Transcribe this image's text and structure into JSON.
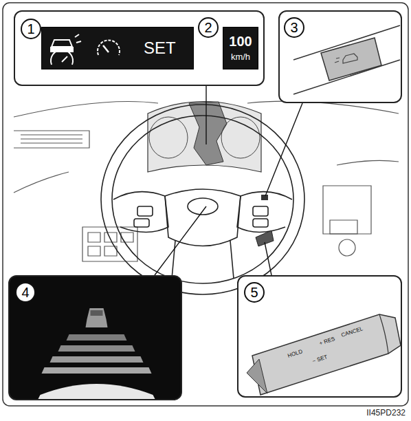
{
  "diagram": {
    "nodes": [
      {
        "text": [
          "1",
          "2"
        ]
      },
      {
        "text": [
          "SET"
        ],
        "in": 0
      },
      {
        "text": [
          "100",
          "km/h"
        ],
        "in": 0
      },
      {
        "text": [
          "3"
        ]
      },
      {
        "text": [
          "4"
        ]
      },
      {
        "text": [
          "5",
          "CANCEL",
          "+ RES",
          "HOLD",
          "− SET"
        ]
      }
    ],
    "labels": [
      "II45PD232"
    ]
  }
}
